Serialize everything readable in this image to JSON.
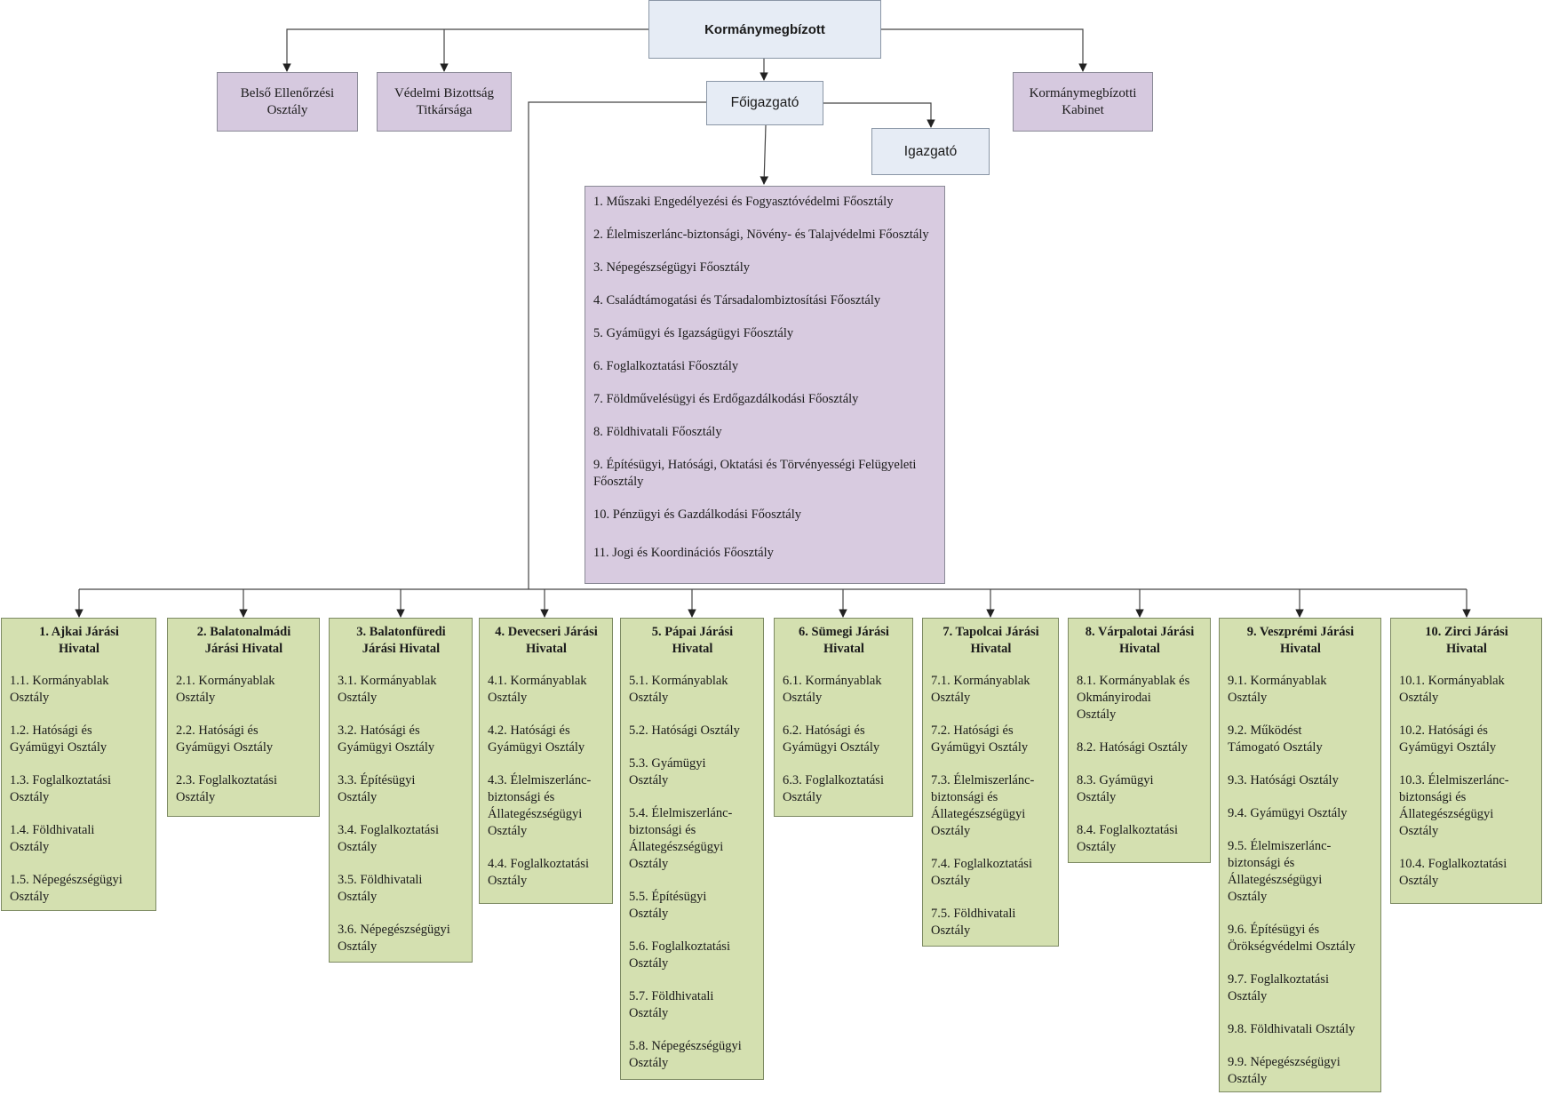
{
  "top": {
    "government_commissioner": "Kormánymegbízott",
    "director_general": "Főigazgató",
    "director": "Igazgató",
    "internal_audit": "Belső Ellenőrzési\nOsztály",
    "defence_committee": "Védelmi Bizottság\nTitkársága",
    "cabinet": "Kormánymegbízotti\nKabinet"
  },
  "main_departments": [
    "1. Műszaki Engedélyezési és Fogyasztóvédelmi Főosztály",
    "2. Élelmiszerlánc-biztonsági, Növény- és Talajvédelmi Főosztály",
    "3. Népegészségügyi Főosztály",
    "4. Családtámogatási és Társadalombiztosítási Főosztály",
    "5. Gyámügyi és Igazságügyi Főosztály",
    "6. Foglalkoztatási Főosztály",
    "7. Földművelésügyi  és Erdőgazdálkodási Főosztály",
    "8. Földhivatali Főosztály",
    "9. Építésügyi, Hatósági, Oktatási és Törvényességi Felügyeleti Főosztály",
    "10. Pénzügyi és Gazdálkodási Főosztály",
    "11. Jogi és Koordinációs Főosztály"
  ],
  "district_offices": [
    {
      "title": "1. Ajkai Járási\nHivatal",
      "units": [
        "1.1. Kormányablak\nOsztály",
        "1.2. Hatósági és\nGyámügyi Osztály",
        "1.3. Foglalkoztatási\nOsztály",
        "1.4. Földhivatali\nOsztály",
        "1.5. Népegészségügyi\nOsztály"
      ]
    },
    {
      "title": "2. Balatonalmádi\nJárási Hivatal",
      "units": [
        "2.1. Kormányablak\nOsztály",
        "2.2. Hatósági és\nGyámügyi Osztály",
        "2.3. Foglalkoztatási\nOsztály"
      ]
    },
    {
      "title": "3. Balatonfüredi\nJárási Hivatal",
      "units": [
        "3.1. Kormányablak\nOsztály",
        "3.2. Hatósági és\nGyámügyi Osztály",
        "3.3. Építésügyi\nOsztály",
        "3.4. Foglalkoztatási\nOsztály",
        "3.5. Földhivatali\nOsztály",
        "3.6. Népegészségügyi\nOsztály"
      ]
    },
    {
      "title": "4. Devecseri Járási\nHivatal",
      "units": [
        "4.1. Kormányablak\nOsztály",
        "4.2. Hatósági és\nGyámügyi Osztály",
        "4.3. Élelmiszerlánc-\nbiztonsági és\nÁllategészségügyi\nOsztály",
        "4.4. Foglalkoztatási\nOsztály"
      ]
    },
    {
      "title": "5. Pápai Járási\nHivatal",
      "units": [
        "5.1. Kormányablak\nOsztály",
        "5.2. Hatósági Osztály",
        "5.3. Gyámügyi\nOsztály",
        "5.4. Élelmiszerlánc-\nbiztonsági és\nÁllategészségügyi\nOsztály",
        "5.5. Építésügyi\nOsztály",
        "5.6. Foglalkoztatási\nOsztály",
        "5.7. Földhivatali\nOsztály",
        "5.8. Népegészségügyi\nOsztály"
      ]
    },
    {
      "title": "6. Sümegi Járási\nHivatal",
      "units": [
        "6.1. Kormányablak\nOsztály",
        "6.2. Hatósági és\nGyámügyi Osztály",
        "6.3. Foglalkoztatási\nOsztály"
      ]
    },
    {
      "title": "7. Tapolcai Járási\nHivatal",
      "units": [
        "7.1. Kormányablak\nOsztály",
        "7.2. Hatósági és\nGyámügyi Osztály",
        "7.3. Élelmiszerlánc-\nbiztonsági és\nÁllategészségügyi\nOsztály",
        "7.4. Foglalkoztatási\nOsztály",
        "7.5. Földhivatali\nOsztály"
      ]
    },
    {
      "title": "8. Várpalotai Járási\nHivatal",
      "units": [
        "8.1. Kormányablak és\nOkmányirodai\nOsztály",
        "8.2. Hatósági Osztály",
        "8.3. Gyámügyi\nOsztály",
        "8.4. Foglalkoztatási\nOsztály"
      ]
    },
    {
      "title": "9. Veszprémi Járási\nHivatal",
      "units": [
        "9.1. Kormányablak\nOsztály",
        "9.2. Működést\nTámogató Osztály",
        "9.3. Hatósági Osztály",
        "9.4. Gyámügyi Osztály",
        "9.5. Élelmiszerlánc-\nbiztonsági és\nÁllategészségügyi\nOsztály",
        "9.6. Építésügyi és\nÖrökségvédelmi Osztály",
        "9.7. Foglalkoztatási\nOsztály",
        "9.8. Földhivatali Osztály",
        "9.9. Népegészségügyi\nOsztály"
      ]
    },
    {
      "title": "10. Zirci Járási\nHivatal",
      "units": [
        "10.1. Kormányablak\nOsztály",
        "10.2. Hatósági és\nGyámügyi Osztály",
        "10.3. Élelmiszerlánc-\nbiztonsági és\nÁllategészségügyi\nOsztály",
        "10.4. Foglalkoztatási\nOsztály"
      ]
    }
  ]
}
